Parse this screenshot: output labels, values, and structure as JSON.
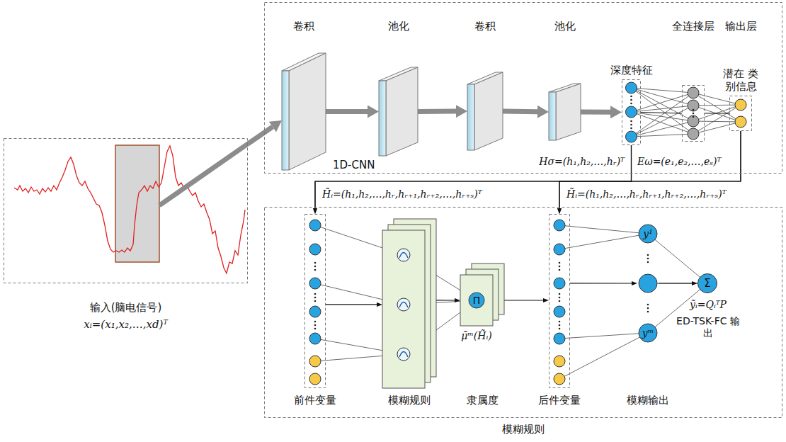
{
  "diagram": {
    "nodes": [
      {
        "text": [
          "输入(脑电信号)",
          "xᵢ=(x₁,x₂,…,xd)ᵀ"
        ]
      },
      {
        "text": [
          "1D-CNN"
        ]
      },
      {
        "text": [
          "卷积"
        ],
        "in": 1
      },
      {
        "text": [
          "池化"
        ],
        "in": 1
      },
      {
        "text": [
          "卷积"
        ],
        "in": 1
      },
      {
        "text": [
          "池化"
        ],
        "in": 1
      },
      {
        "text": [
          "深度特征"
        ],
        "in": 1
      },
      {
        "text": [
          "全连接层"
        ],
        "in": 1
      },
      {
        "text": [
          "输出层",
          "潜在 类别信息"
        ],
        "in": 1
      },
      {
        "text": [
          "模糊规则"
        ]
      },
      {
        "text": [
          "前件变量"
        ],
        "in": 9
      },
      {
        "text": [
          "模糊规则"
        ],
        "in": 9
      },
      {
        "text": [
          "隶属度"
        ],
        "in": 9
      },
      {
        "text": [
          "后件变量"
        ],
        "in": 9
      },
      {
        "text": [
          "模糊输出"
        ],
        "in": 9
      },
      {
        "text": [
          "Σ"
        ],
        "in": 9
      }
    ],
    "edges": [
      {
        "from": 0,
        "to": 2,
        "arrow": "to"
      },
      {
        "from": 2,
        "to": 3,
        "arrow": "to"
      },
      {
        "from": 3,
        "to": 4,
        "arrow": "to"
      },
      {
        "from": 4,
        "to": 5,
        "arrow": "to"
      },
      {
        "from": 5,
        "to": 6,
        "arrow": "to"
      },
      {
        "from": 6,
        "to": 7,
        "arrow": "none"
      },
      {
        "from": 7,
        "to": 8,
        "arrow": "none"
      },
      {
        "from": 6,
        "to": 10,
        "arrow": "to"
      },
      {
        "from": 8,
        "to": 10,
        "arrow": "to"
      },
      {
        "from": 6,
        "to": 13,
        "arrow": "to"
      },
      {
        "from": 8,
        "to": 13,
        "arrow": "to"
      },
      {
        "from": 10,
        "to": 11,
        "arrow": "to"
      },
      {
        "from": 11,
        "to": 12,
        "arrow": "to"
      },
      {
        "from": 12,
        "to": 13,
        "arrow": "to"
      },
      {
        "from": 13,
        "to": 14,
        "arrow": "to"
      },
      {
        "from": 14,
        "to": 15,
        "arrow": "to"
      }
    ],
    "labels": [
      "Hσ=(h₁,h₂,…,hᵣ)ᵀ",
      "Eω=(e₁,e₂,…,eₛ)ᵀ",
      "H̃ᵢ=(h₁,h₂,…,hᵣ,hᵣ₊₁,hᵣ₊₂,…,hᵣ₊ₛ)ᵀ",
      "H̃ᵢ=(h₁,h₂,…,hᵣ,hᵣ₊₁,hᵣ₊₂,…,hᵣ₊ₛ)ᵀ",
      "Π",
      "μ̃ᵐ(H̃ᵢ)",
      "y¹",
      "yᵐ",
      "ỹᵢ=QᵢᵀP",
      "ED-TSK-FC 输出"
    ]
  }
}
